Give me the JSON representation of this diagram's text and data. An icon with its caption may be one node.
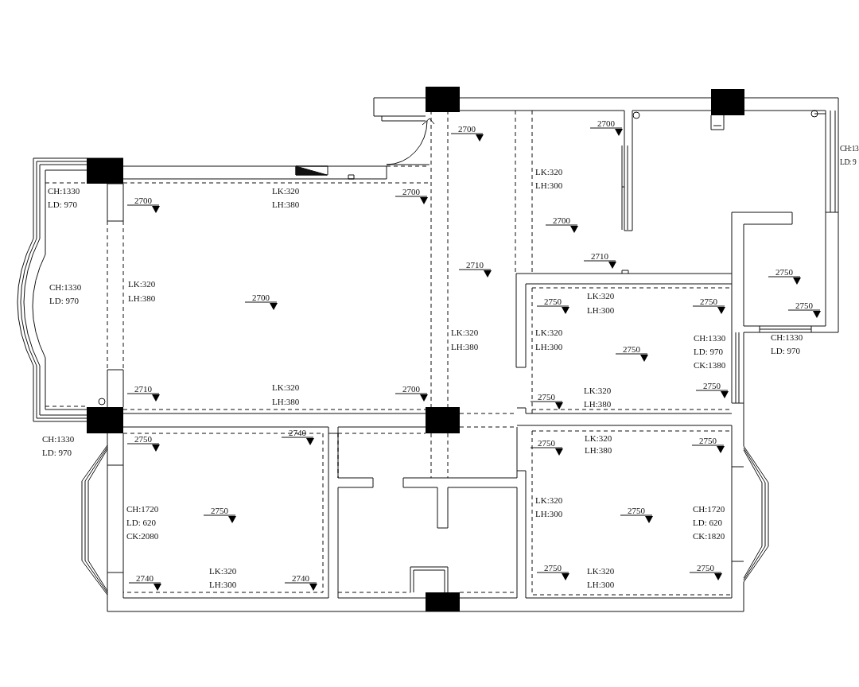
{
  "diagram": {
    "labels": [
      "2700",
      "2700",
      "CH:13",
      "LD: 9",
      "CH:1330",
      "LD: 970",
      "LK:320",
      "LH:380",
      "2700",
      "2700",
      "LK:320",
      "LH:300",
      "2700",
      "2710",
      "2710",
      "2750",
      "CH:1330",
      "LD: 970",
      "LK:320",
      "LH:380",
      "2700",
      "LK:320",
      "LH:300",
      "2750",
      "2750",
      "2750",
      "LK:320",
      "LH:300",
      "LK:320",
      "LH:380",
      "2750",
      "CH:1330",
      "LD: 970",
      "CK:1380",
      "CH:1330",
      "LD: 970",
      "2710",
      "LK:320",
      "LH:380",
      "2700",
      "2750",
      "LK:320",
      "LH:380",
      "2750",
      "CH:1330",
      "LD: 970",
      "LK:320",
      "LH:380",
      "2740",
      "2750",
      "2750",
      "2750",
      "CH:1720",
      "LD: 620",
      "CK:2080",
      "2750",
      "LK:320",
      "LH:300",
      "2750",
      "CH:1720",
      "LD: 620",
      "CK:1820",
      "2750",
      "LK:320",
      "LH:300",
      "2750",
      "2740",
      "LK:320",
      "LH:300",
      "2740"
    ]
  }
}
